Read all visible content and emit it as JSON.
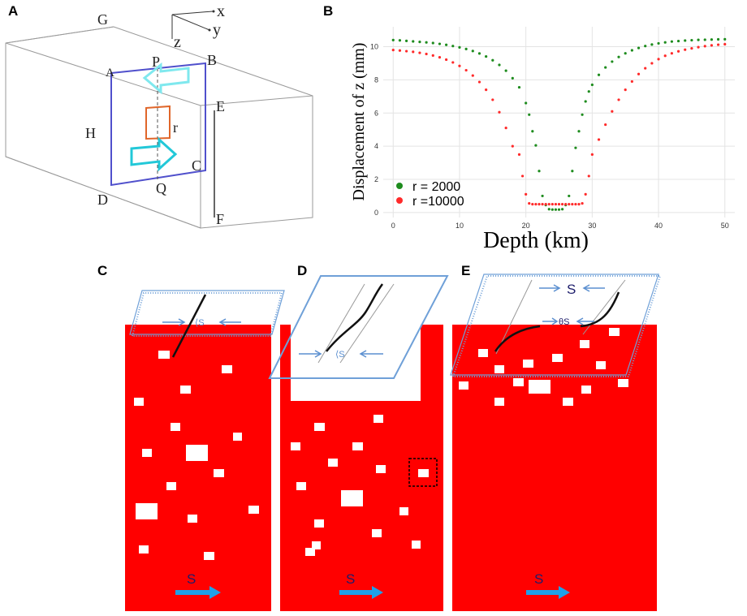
{
  "panels": {
    "a": {
      "letter": "A",
      "labels": {
        "G": "G",
        "A": "A",
        "P": "P",
        "B": "B",
        "E": "E",
        "H": "H",
        "r": "r",
        "C": "C",
        "D": "D",
        "Q": "Q",
        "F": "F"
      },
      "axes": {
        "x": "x",
        "y": "y",
        "z": "z"
      },
      "colors": {
        "box": "#9a9a9a",
        "plane": "#5050cc",
        "square": "#e0662a",
        "arrow_top": "#7fe8ee",
        "arrow_bottom": "#22c8d8"
      }
    },
    "b": {
      "letter": "B"
    },
    "c": {
      "letter": "C",
      "top_label": "⟨S",
      "arrow_label": "S"
    },
    "d": {
      "letter": "D",
      "top_label": "⟨S",
      "arrow_label": "S"
    },
    "e": {
      "letter": "E",
      "top_label": "S",
      "mid_label": "θS",
      "arrow_label": "S"
    }
  },
  "colors": {
    "red": "#ff0000",
    "blue_arrow": "#1fa0e8",
    "plane_border": "#6fa0d8",
    "green": "#1e8c1e",
    "pointred": "#ff2a2a"
  },
  "chart_data": {
    "type": "scatter",
    "xlabel": "Depth (km)",
    "ylabel": "Displacement of z (mm)",
    "xlim": [
      -1.5,
      51.5
    ],
    "ylim": [
      -0.3,
      11.2
    ],
    "xticks": [
      0,
      10,
      20,
      30,
      40,
      50
    ],
    "yticks": [
      0,
      2,
      4,
      6,
      8,
      10
    ],
    "grid": true,
    "legend_position": "bottom-left",
    "series": [
      {
        "name": "r = 2000",
        "color": "#1e8c1e",
        "x": [
          0,
          1,
          2,
          3,
          4,
          5,
          6,
          7,
          8,
          9,
          10,
          11,
          12,
          13,
          14,
          15,
          16,
          17,
          18,
          19,
          20,
          20.5,
          21,
          21.5,
          22,
          22.5,
          23,
          23.5,
          24,
          24.5,
          25,
          25.5,
          26,
          26.5,
          27,
          27.5,
          28,
          28.5,
          29,
          29.5,
          30,
          31,
          32,
          33,
          34,
          35,
          36,
          37,
          38,
          39,
          40,
          41,
          42,
          43,
          44,
          45,
          46,
          47,
          48,
          49,
          50
        ],
        "y": [
          10.4,
          10.38,
          10.35,
          10.32,
          10.29,
          10.26,
          10.22,
          10.17,
          10.11,
          10.04,
          9.96,
          9.86,
          9.74,
          9.59,
          9.41,
          9.18,
          8.9,
          8.55,
          8.1,
          7.55,
          6.6,
          5.9,
          4.9,
          4.05,
          2.5,
          1.0,
          0.45,
          0.2,
          0.18,
          0.18,
          0.18,
          0.2,
          0.45,
          1.0,
          2.5,
          3.9,
          4.9,
          5.9,
          6.7,
          7.3,
          7.7,
          8.3,
          8.75,
          9.1,
          9.38,
          9.6,
          9.78,
          9.92,
          10.04,
          10.13,
          10.2,
          10.26,
          10.31,
          10.34,
          10.37,
          10.39,
          10.41,
          10.42,
          10.43,
          10.44,
          10.45
        ]
      },
      {
        "name": "r =10000",
        "color": "#ff2a2a",
        "x": [
          0,
          1,
          2,
          3,
          4,
          5,
          6,
          7,
          8,
          9,
          10,
          11,
          12,
          13,
          14,
          15,
          16,
          17,
          18,
          19,
          19.5,
          20,
          20.5,
          21,
          21.5,
          22,
          22.5,
          23,
          23.5,
          24,
          24.5,
          25,
          25.5,
          26,
          26.5,
          27,
          27.5,
          28,
          28.5,
          29,
          29.5,
          30,
          31,
          32,
          33,
          34,
          35,
          36,
          37,
          38,
          39,
          40,
          41,
          42,
          43,
          44,
          45,
          46,
          47,
          48,
          49,
          50
        ],
        "y": [
          9.8,
          9.77,
          9.73,
          9.69,
          9.63,
          9.56,
          9.47,
          9.36,
          9.22,
          9.05,
          8.84,
          8.58,
          8.26,
          7.87,
          7.4,
          6.8,
          6.05,
          5.1,
          4.0,
          3.5,
          2.2,
          1.1,
          0.55,
          0.5,
          0.5,
          0.5,
          0.5,
          0.5,
          0.5,
          0.5,
          0.5,
          0.5,
          0.5,
          0.5,
          0.5,
          0.5,
          0.5,
          0.5,
          0.55,
          1.1,
          2.2,
          3.5,
          4.4,
          5.3,
          6.1,
          6.8,
          7.4,
          7.9,
          8.35,
          8.7,
          9.0,
          9.25,
          9.45,
          9.6,
          9.72,
          9.82,
          9.9,
          9.97,
          10.03,
          10.08,
          10.12,
          10.15
        ]
      }
    ]
  }
}
